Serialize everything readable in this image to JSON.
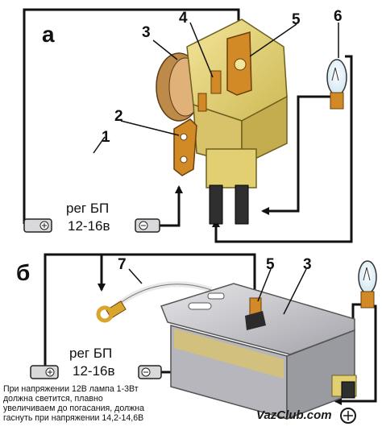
{
  "section_a": {
    "letter": "а",
    "labels": {
      "n1": "1",
      "n2": "2",
      "n3": "3",
      "n4": "4",
      "n5": "5",
      "n6": "6"
    },
    "psu_line1": "рег БП",
    "psu_line2": "12-16в"
  },
  "section_b": {
    "letter": "б",
    "labels": {
      "n3": "3",
      "n5": "5",
      "n7": "7"
    },
    "psu_line1": "рег БП",
    "psu_line2": "12-16в"
  },
  "note": {
    "line1": "При напряжении 12В лампа 1-3Вт",
    "line2": "должна светится, плавно",
    "line3": "увеличиваем до погасания, должна",
    "line4": "гаснуть при напряжении 14,2-14,6В"
  },
  "watermark": "VazClub.com",
  "colors": {
    "wire": "#111111",
    "body_yellow": "#e9d87c",
    "body_shadow": "#c8b552",
    "copper": "#d28a26",
    "metal": "#c9c9cc",
    "metal_dark": "#8d8d93",
    "bulb_glass": "#e8f4fb"
  }
}
